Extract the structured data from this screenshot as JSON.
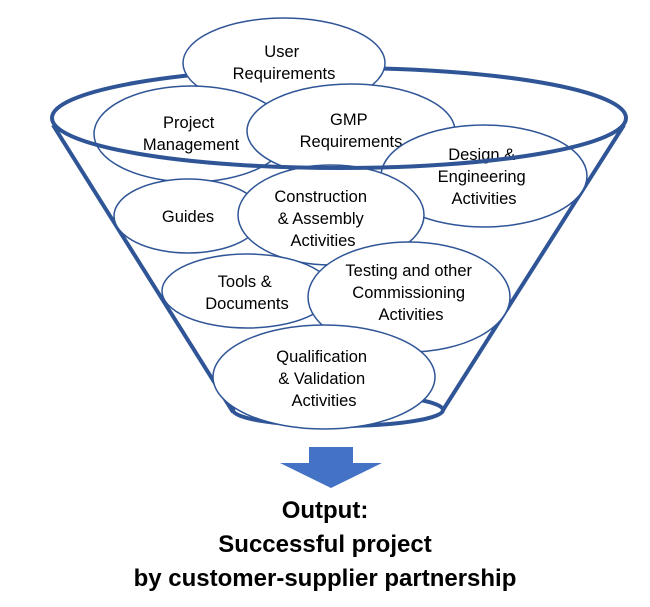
{
  "colors": {
    "funnel_stroke": "#2f5597",
    "bubble_stroke": "#2f5597",
    "bubble_fill": "#ffffff",
    "arrow_fill": "#4472c4"
  },
  "icons": {
    "output_arrow": "down-arrow-icon"
  },
  "bubbles": {
    "user_requirements": [
      "User",
      "Requirements"
    ],
    "project_management": [
      "Project",
      "Management"
    ],
    "gmp_requirements": [
      "GMP",
      "Requirements"
    ],
    "design_engineering": [
      "Design &",
      "Engineering",
      "Activities"
    ],
    "guides": [
      "Guides"
    ],
    "construction_assembly": [
      "Construction",
      "& Assembly",
      "Activities"
    ],
    "tools_documents": [
      "Tools &",
      "Documents"
    ],
    "testing_commissioning": [
      "Testing and other",
      "Commissioning",
      "Activities"
    ],
    "qualification_validation": [
      "Qualification",
      "& Validation",
      "Activities"
    ]
  },
  "output": {
    "line1": "Output:",
    "line2": "Successful project",
    "line3": "by customer-supplier partnership"
  }
}
